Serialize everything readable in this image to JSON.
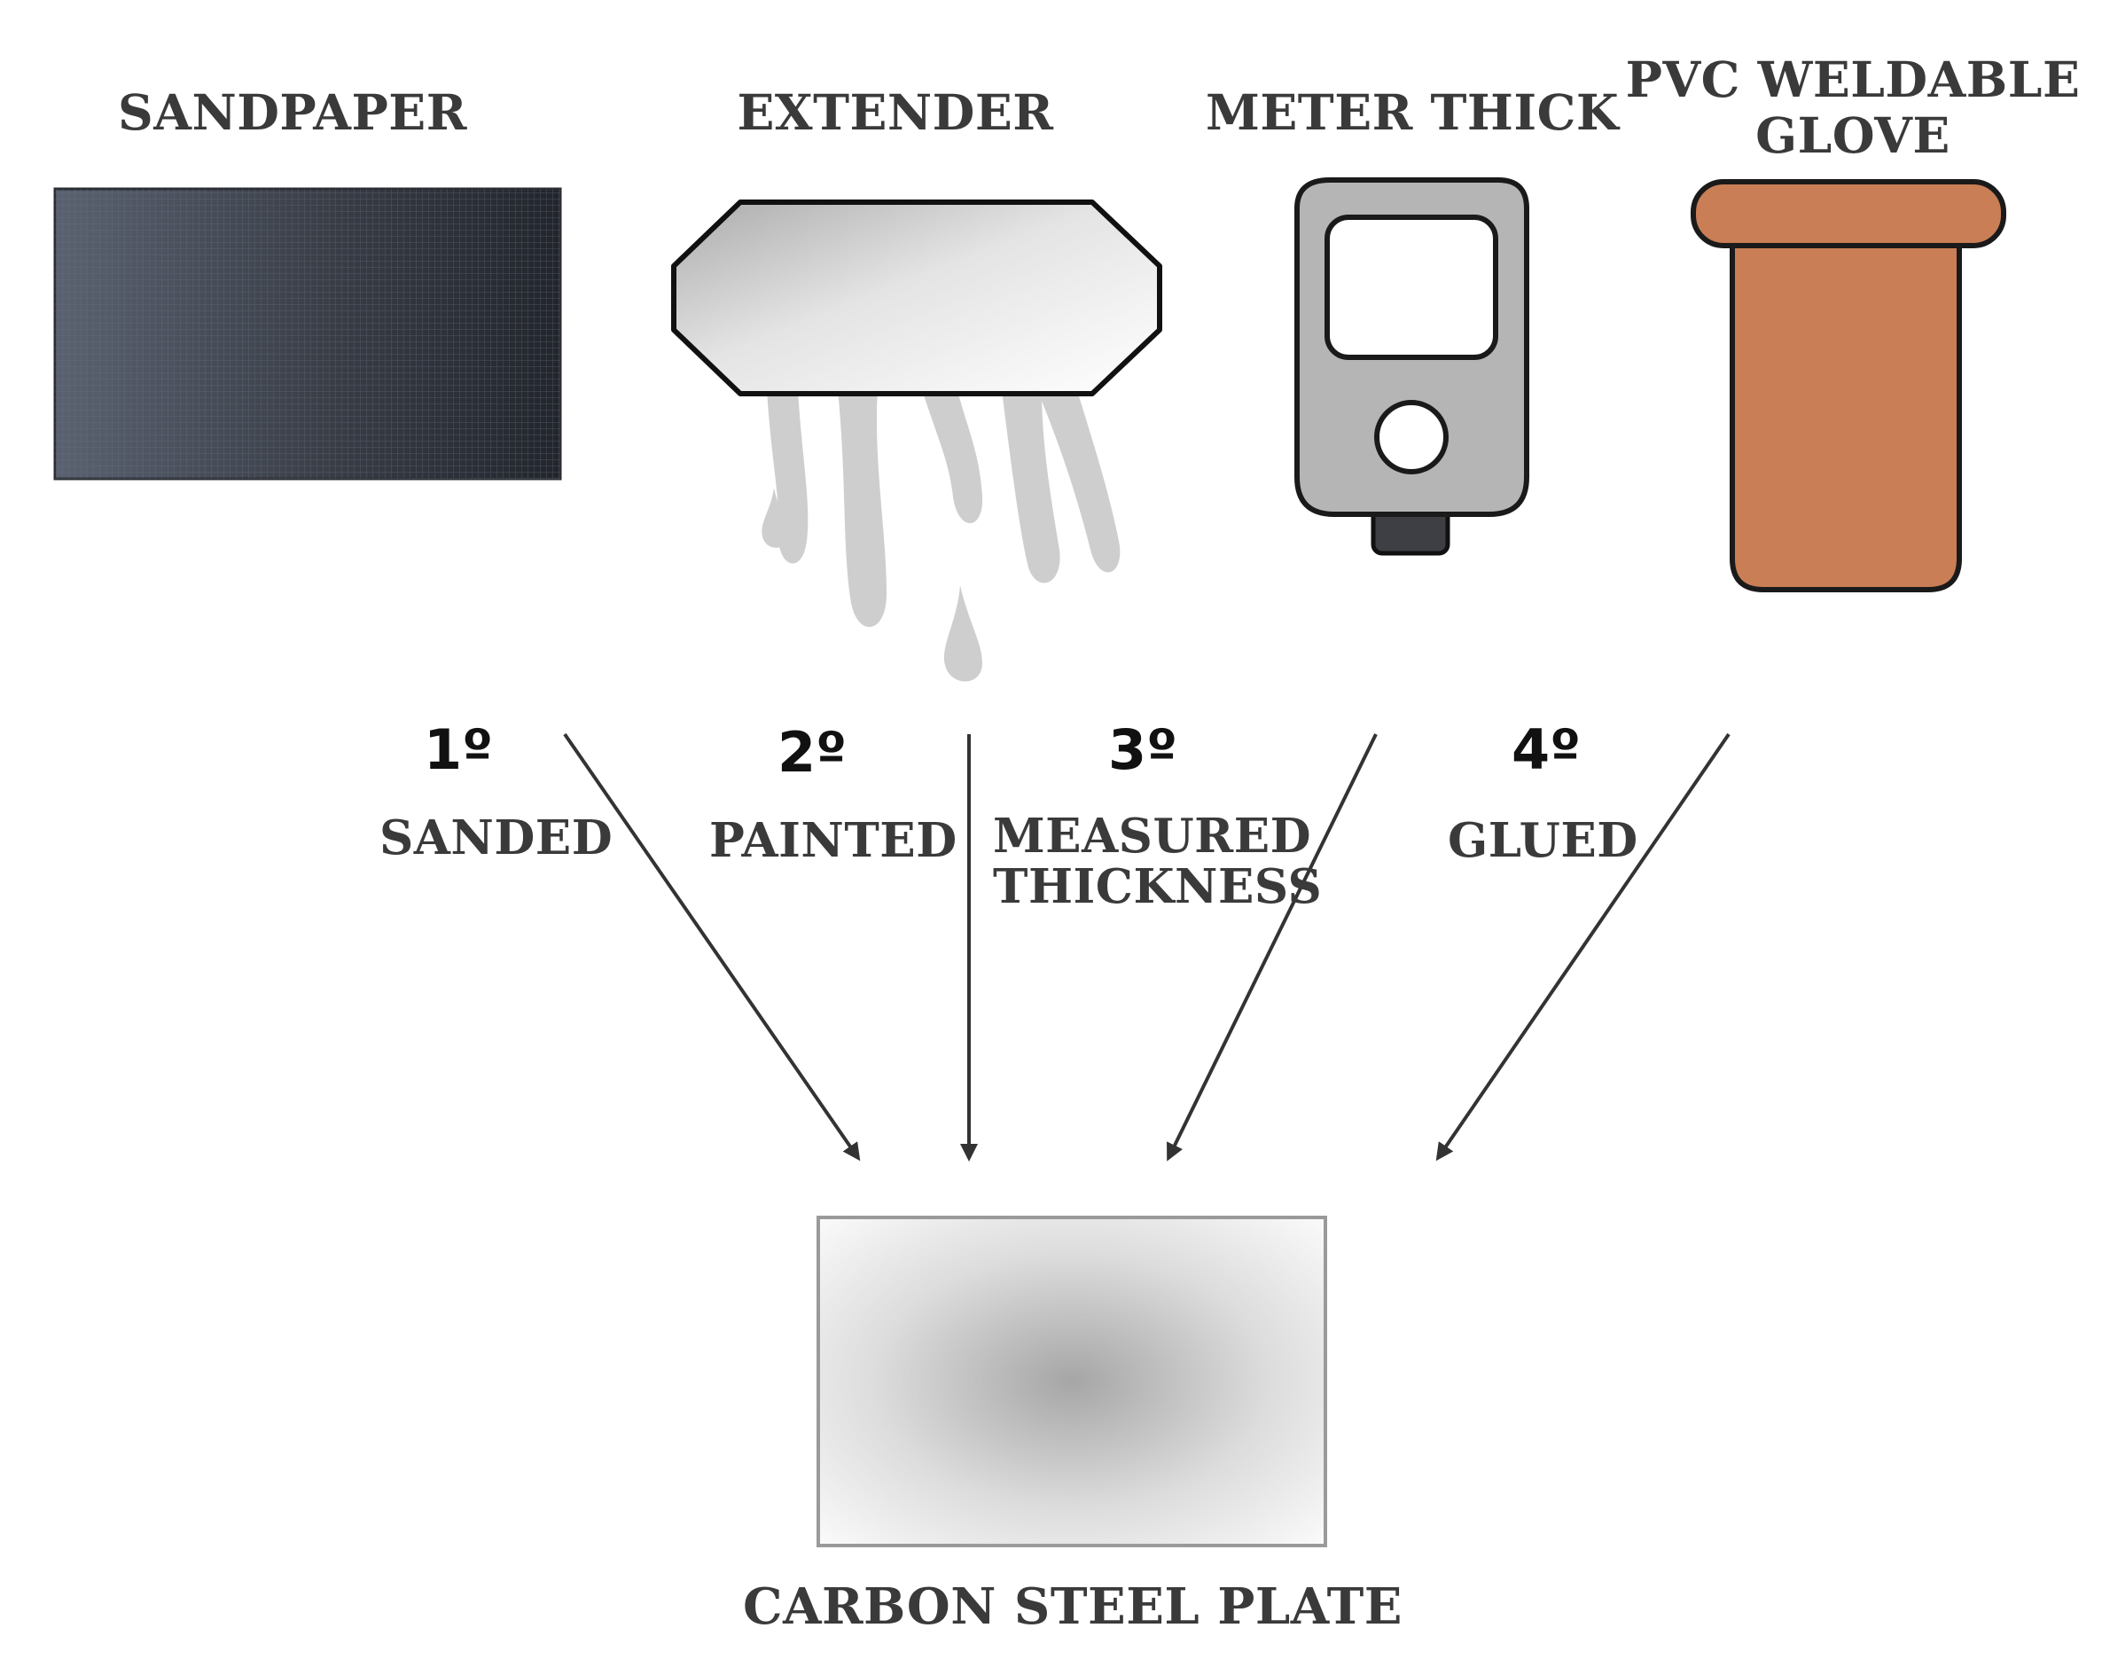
{
  "tools": [
    {
      "id": "sandpaper",
      "name": "SANDPAPER"
    },
    {
      "id": "extender",
      "name": "EXTENDER"
    },
    {
      "id": "meter",
      "name": "METER THICK"
    },
    {
      "id": "glove",
      "name": "PVC WELDABLE\nGLOVE"
    }
  ],
  "steps": [
    {
      "number": "1º",
      "label": "SANDED"
    },
    {
      "number": "2º",
      "label": "PAINTED"
    },
    {
      "number": "3º",
      "label": "MEASURED\nTHICKNESS"
    },
    {
      "number": "4º",
      "label": "GLUED"
    }
  ],
  "target": {
    "label": "CARBON STEEL PLATE"
  },
  "colors": {
    "sandpaper": "#3b4049",
    "extender_fill": "#d9d9d9",
    "paint_drip": "#c6c6c6",
    "meter_body": "#b5b5b5",
    "meter_tip": "#3d3f45",
    "glove": "#c97e56",
    "plate_center": "#a9a9a9",
    "arrow": "#333333",
    "text": "#3a3a3a"
  }
}
